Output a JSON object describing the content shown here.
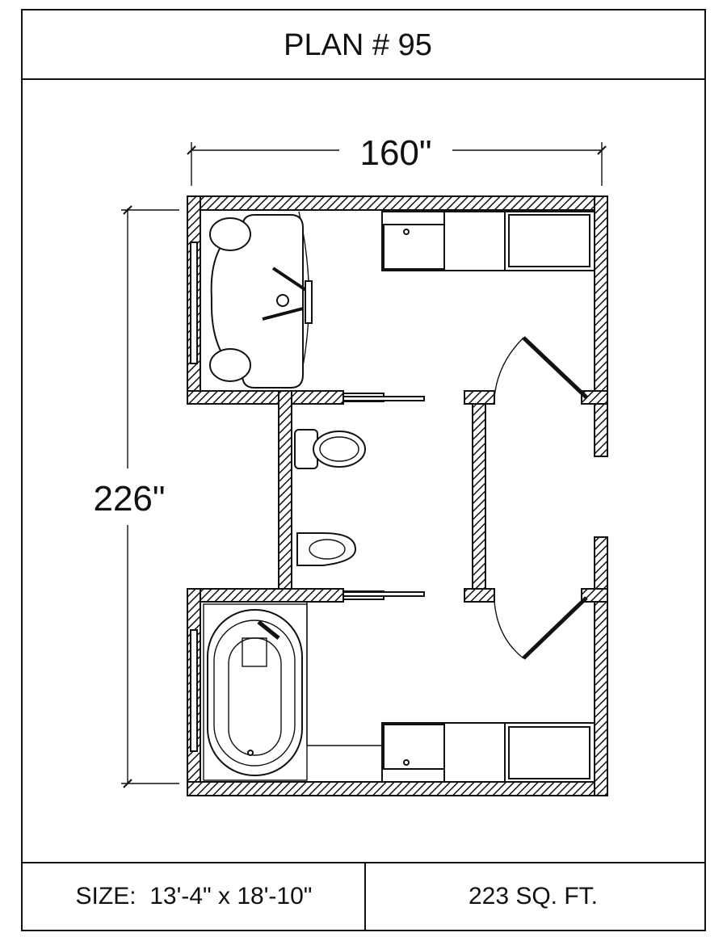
{
  "title": "PLAN # 95",
  "dimensions": {
    "width_label": "160\"",
    "height_label": "226\""
  },
  "footer": {
    "size_label": "SIZE:  13'-4\" x 18'-10\"",
    "area_label": "223 SQ. FT."
  }
}
